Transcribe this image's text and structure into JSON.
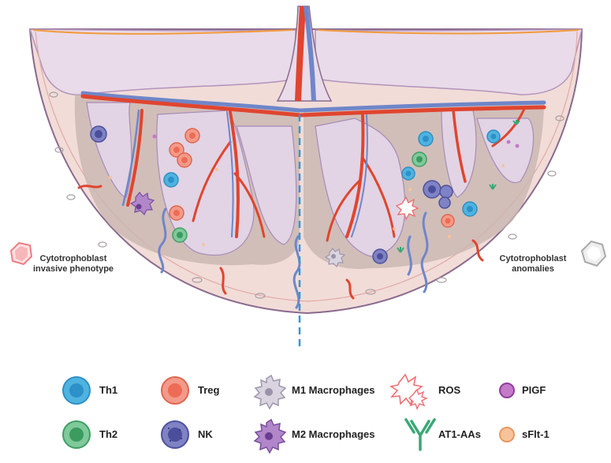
{
  "side_labels": {
    "left": "Cytotrophoblast invasive phenotype",
    "right": "Cytotrophoblast anomalies"
  },
  "legend": [
    {
      "id": "th1",
      "label": "Th1",
      "icon": "th1-cell-icon",
      "fill": "#4fb3e0",
      "stroke": "#2f8fc4",
      "nucleus": "#2e90c8"
    },
    {
      "id": "treg",
      "label": "Treg",
      "icon": "treg-cell-icon",
      "fill": "#f39a8a",
      "stroke": "#e06650",
      "nucleus": "#ee6b55"
    },
    {
      "id": "m1",
      "label": "M1 Macrophages",
      "icon": "m1-macrophage-icon",
      "fill": "#d9d4df",
      "stroke": "#9f97aa",
      "nucleus": "#9b93a8"
    },
    {
      "id": "ros",
      "label": "ROS",
      "icon": "ros-icon",
      "fill": "#ffffff",
      "stroke": "#ef6f72"
    },
    {
      "id": "pigf",
      "label": "PIGF",
      "icon": "pigf-icon",
      "fill": "#c47ac9",
      "stroke": "#8f3f99"
    },
    {
      "id": "th2",
      "label": "Th2",
      "icon": "th2-cell-icon",
      "fill": "#7fc99a",
      "stroke": "#3f9e64",
      "nucleus": "#3c9b5f"
    },
    {
      "id": "nk",
      "label": "NK",
      "icon": "nk-cell-icon",
      "fill": "#7f82c4",
      "stroke": "#4d519c",
      "nucleus": "#4b4f9b"
    },
    {
      "id": "m2",
      "label": "M2 Macrophages",
      "icon": "m2-macrophage-icon",
      "fill": "#b187c9",
      "stroke": "#7a4ea0",
      "nucleus": "#6a3d93"
    },
    {
      "id": "at1",
      "label": "AT1-AAs",
      "icon": "antibody-icon",
      "fill": "#3aa776",
      "stroke": "#2b8a5c"
    },
    {
      "id": "sflt",
      "label": "sFlt-1",
      "icon": "sflt1-icon",
      "fill": "#f8c39a",
      "stroke": "#e89a62"
    }
  ],
  "colors": {
    "artery": "#e0452f",
    "vein": "#6f86c9",
    "tissue": "#eedbd8",
    "villus": "#e6d6e6",
    "divider": "#3a95d0"
  }
}
